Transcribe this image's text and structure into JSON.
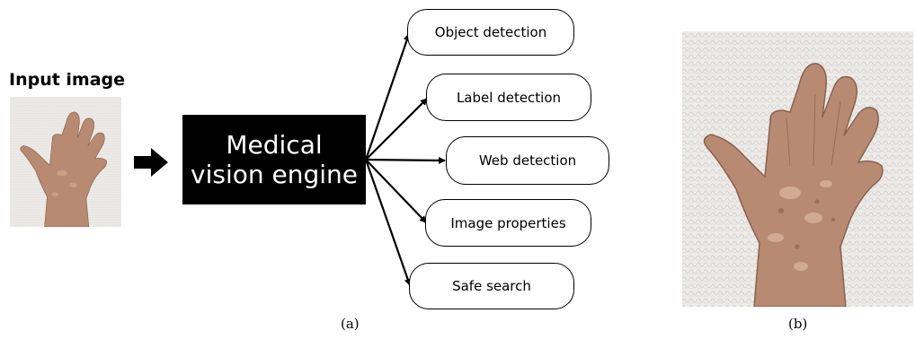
{
  "input": {
    "title": "Input image"
  },
  "engine": {
    "label_line1": "Medical",
    "label_line2": "vision engine"
  },
  "outputs": [
    {
      "label": "Object detection"
    },
    {
      "label": "Label detection"
    },
    {
      "label": "Web detection"
    },
    {
      "label": "Image properties"
    },
    {
      "label": "Safe search"
    }
  ],
  "captions": {
    "a": "(a)",
    "b": "(b)"
  },
  "colors": {
    "engine_fill": "#000000",
    "skin": "#b98a70",
    "background_cloth": "#ebe9e6"
  }
}
